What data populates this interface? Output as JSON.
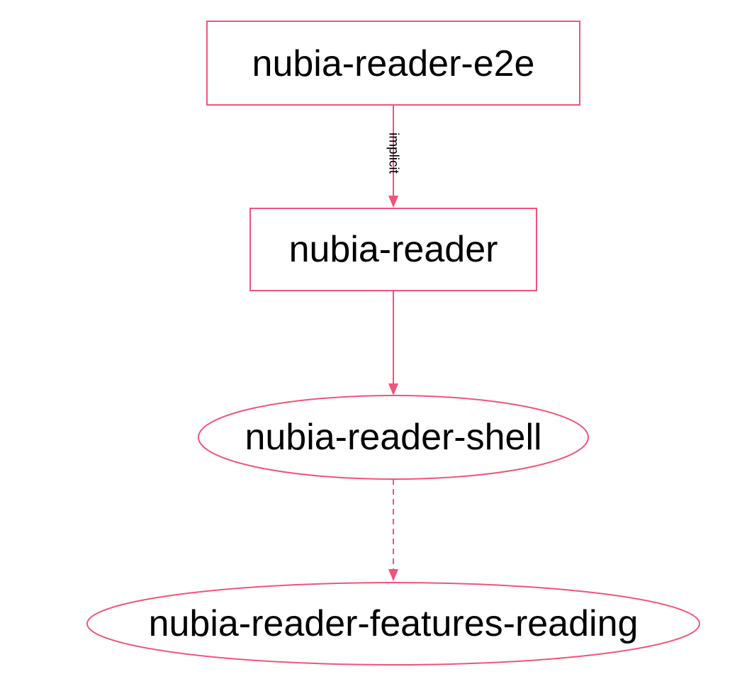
{
  "colors": {
    "accent": "#f0547a",
    "text": "#000000",
    "background": "#ffffff"
  },
  "nodes": {
    "e2e": {
      "label": "nubia-reader-e2e",
      "shape": "box"
    },
    "reader": {
      "label": "nubia-reader",
      "shape": "box"
    },
    "shell": {
      "label": "nubia-reader-shell",
      "shape": "ellipse"
    },
    "features": {
      "label": "nubia-reader-features-reading",
      "shape": "ellipse"
    }
  },
  "edges": [
    {
      "from": "nubia-reader-e2e",
      "to": "nubia-reader",
      "style": "solid",
      "label": "implicit"
    },
    {
      "from": "nubia-reader",
      "to": "nubia-reader-shell",
      "style": "solid",
      "label": ""
    },
    {
      "from": "nubia-reader-shell",
      "to": "nubia-reader-features-reading",
      "style": "dashed",
      "label": ""
    }
  ]
}
